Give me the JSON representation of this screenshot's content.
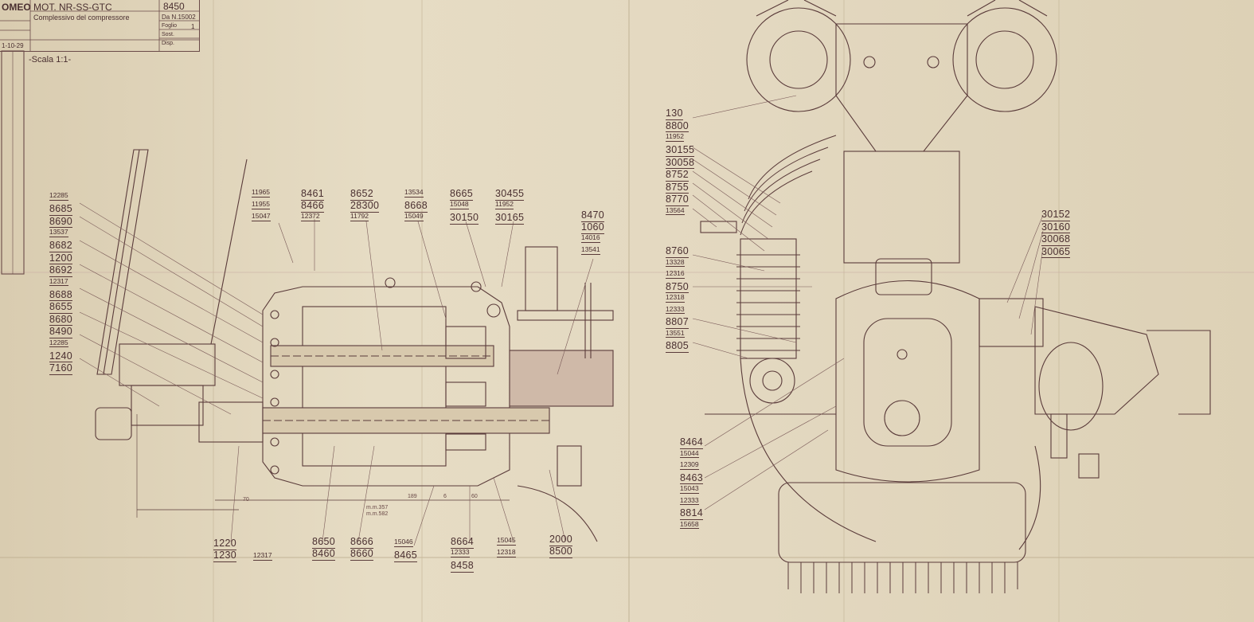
{
  "title_block": {
    "company": "OMEO",
    "drawing_title": "MOT. NR-SS-GTC",
    "drawing_subtitle": "Complessivo del compressore",
    "drawing_number": "8450",
    "ref_number": "Da N.15002",
    "sheet_label": "Foglio",
    "sheet_value": "1",
    "date": "1-10-29",
    "row_label_2": "Sost.",
    "row_label_3": "Disp."
  },
  "scale_label": "-Scala 1:1-",
  "left_view_labels": [
    {
      "text": "12285",
      "size": "small"
    },
    {
      "text": "8685",
      "size": "big"
    },
    {
      "text": "8690",
      "size": "big"
    },
    {
      "text": "13537",
      "size": "small"
    },
    {
      "text": "8682",
      "size": "big"
    },
    {
      "text": "1200",
      "size": "big"
    },
    {
      "text": "8692",
      "size": "big"
    },
    {
      "text": "12317",
      "size": "small"
    },
    {
      "text": "8688",
      "size": "big"
    },
    {
      "text": "8655",
      "size": "big"
    },
    {
      "text": "8680",
      "size": "big"
    },
    {
      "text": "8490",
      "size": "big"
    },
    {
      "text": "12285",
      "size": "small"
    },
    {
      "text": "1240",
      "size": "big"
    },
    {
      "text": "7160",
      "size": "big"
    }
  ],
  "top_labels": [
    {
      "col": [
        {
          "text": "11965",
          "size": "small"
        },
        {
          "text": "11955",
          "size": "small"
        },
        {
          "text": "15047",
          "size": "small"
        }
      ]
    },
    {
      "col": [
        {
          "text": "8461",
          "size": "big"
        },
        {
          "text": "8466",
          "size": "big"
        },
        {
          "text": "12372",
          "size": "small"
        }
      ]
    },
    {
      "col": [
        {
          "text": "8652",
          "size": "big"
        },
        {
          "text": "28300",
          "size": "big"
        },
        {
          "text": "11792",
          "size": "small"
        }
      ]
    },
    {
      "col": [
        {
          "text": "13534",
          "size": "small"
        },
        {
          "text": "8668",
          "size": "big"
        },
        {
          "text": "15049",
          "size": "small"
        }
      ]
    },
    {
      "col": [
        {
          "text": "8665",
          "size": "big"
        },
        {
          "text": "15048",
          "size": "small"
        },
        {
          "text": "30150",
          "size": "big"
        }
      ]
    },
    {
      "col": [
        {
          "text": "30455",
          "size": "big"
        },
        {
          "text": "11952",
          "size": "small"
        },
        {
          "text": "30165",
          "size": "big"
        }
      ]
    },
    {
      "col": [
        {
          "text": "8470",
          "size": "big"
        },
        {
          "text": "1060",
          "size": "big"
        },
        {
          "text": "14016",
          "size": "small"
        },
        {
          "text": "13541",
          "size": "small"
        }
      ]
    }
  ],
  "bottom_labels": [
    {
      "col": [
        {
          "text": "1220",
          "size": "big"
        },
        {
          "text": "1230",
          "size": "big"
        }
      ]
    },
    {
      "col": [
        {
          "text": "12317",
          "size": "small"
        }
      ]
    },
    {
      "col": [
        {
          "text": "8650",
          "size": "big"
        },
        {
          "text": "8460",
          "size": "big"
        }
      ]
    },
    {
      "col": [
        {
          "text": "8666",
          "size": "big"
        },
        {
          "text": "8660",
          "size": "big"
        }
      ]
    },
    {
      "col": [
        {
          "text": "15046",
          "size": "small"
        },
        {
          "text": "8465",
          "size": "big"
        }
      ]
    },
    {
      "col": [
        {
          "text": "8664",
          "size": "big"
        },
        {
          "text": "12333",
          "size": "small"
        },
        {
          "text": "8458",
          "size": "big"
        }
      ]
    },
    {
      "col": [
        {
          "text": "15045",
          "size": "small"
        },
        {
          "text": "12318",
          "size": "small"
        }
      ]
    },
    {
      "col": [
        {
          "text": "2000",
          "size": "big"
        },
        {
          "text": "8500",
          "size": "big"
        }
      ]
    }
  ],
  "dimension_labels": [
    "70",
    "189",
    "6",
    "60",
    "m.m.357",
    "m.m.582"
  ],
  "right_upper_labels": [
    {
      "text": "130",
      "size": "big"
    },
    {
      "text": "8800",
      "size": "big"
    },
    {
      "text": "11952",
      "size": "small"
    },
    {
      "text": "30155",
      "size": "big"
    },
    {
      "text": "30058",
      "size": "big"
    },
    {
      "text": "8752",
      "size": "big"
    },
    {
      "text": "8755",
      "size": "big"
    },
    {
      "text": "8770",
      "size": "big"
    },
    {
      "text": "13564",
      "size": "small"
    }
  ],
  "right_middle_labels": [
    {
      "text": "8760",
      "size": "big"
    },
    {
      "text": "13328",
      "size": "small"
    },
    {
      "text": "12316",
      "size": "small"
    },
    {
      "text": "8750",
      "size": "big"
    },
    {
      "text": "12318",
      "size": "small"
    },
    {
      "text": "12333",
      "size": "small"
    },
    {
      "text": "8807",
      "size": "big"
    },
    {
      "text": "13551",
      "size": "small"
    },
    {
      "text": "8805",
      "size": "big"
    }
  ],
  "right_lower_labels": [
    {
      "text": "8464",
      "size": "big"
    },
    {
      "text": "15044",
      "size": "small"
    },
    {
      "text": "12309",
      "size": "small"
    },
    {
      "text": "8463",
      "size": "big"
    },
    {
      "text": "15043",
      "size": "small"
    },
    {
      "text": "12333",
      "size": "small"
    },
    {
      "text": "8814",
      "size": "big"
    },
    {
      "text": "15658",
      "size": "small"
    }
  ],
  "far_right_labels": [
    {
      "text": "30152",
      "size": "big"
    },
    {
      "text": "30160",
      "size": "big"
    },
    {
      "text": "30068",
      "size": "big"
    },
    {
      "text": "30065",
      "size": "big"
    }
  ]
}
